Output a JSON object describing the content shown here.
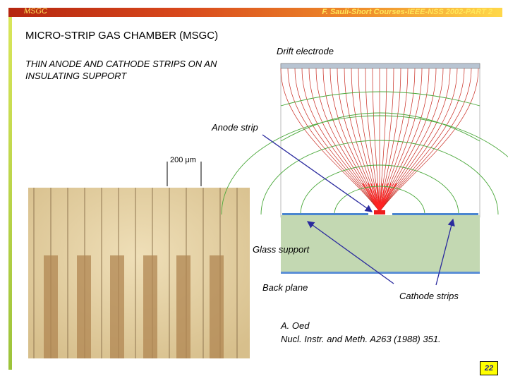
{
  "header": {
    "left": "MSGC",
    "right": "F. Sauli-Short Courses-IEEE-NSS 2002-PART 2"
  },
  "slide": {
    "title": "MICRO-STRIP GAS CHAMBER (MSGC)",
    "subtitle": "THIN ANODE AND CATHODE STRIPS ON AN INSULATING SUPPORT"
  },
  "labels": {
    "drift_electrode": "Drift electrode",
    "anode_strip": "Anode strip",
    "glass_support": "Glass support",
    "back_plane": "Back plane",
    "cathode_strips": "Cathode strips",
    "scale": "200 μm"
  },
  "reference": {
    "author": "A. Oed",
    "citation": "Nucl. Instr. and Meth. A263 (1988) 351."
  },
  "page_number": "22",
  "colors": {
    "field_lines": "#c8281e",
    "equipotentials": "#4aa83a",
    "glass": "#c3d8b2",
    "arrow": "#2a2a9e",
    "photo": "#e3cfa2",
    "cathode_pad": "#b08652"
  }
}
